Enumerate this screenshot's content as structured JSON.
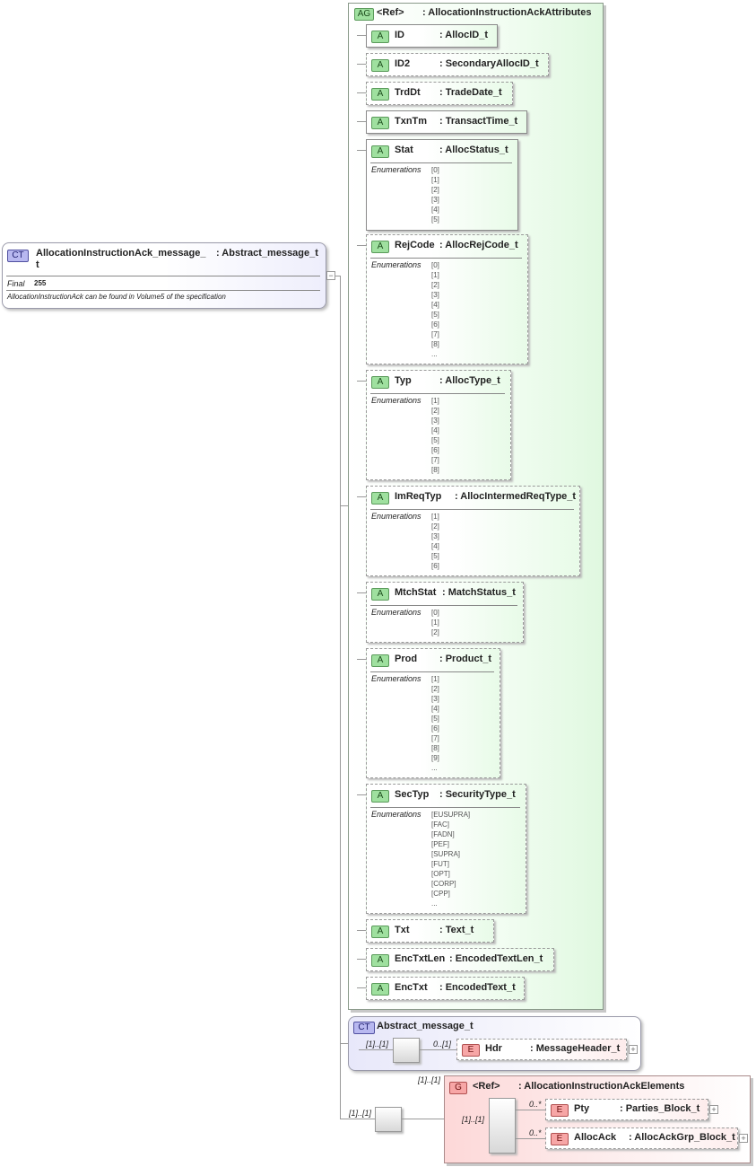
{
  "main_type": {
    "badge": "CT",
    "name_line1": "AllocationInstructionAck_message_",
    "name_line2": "t",
    "type": ": Abstract_message_t",
    "final_label": "Final",
    "final_value": "255",
    "doc": "AllocationInstructionAck can be found in Volume5 of the specification"
  },
  "attr_group": {
    "badge": "AG",
    "name": "<Ref>",
    "type": ": AllocationInstructionAckAttributes"
  },
  "attributes": [
    {
      "badge": "A",
      "name": "ID",
      "type": ": AllocID_t"
    },
    {
      "badge": "A",
      "name": "ID2",
      "type": ": SecondaryAllocID_t"
    },
    {
      "badge": "A",
      "name": "TrdDt",
      "type": ": TradeDate_t"
    },
    {
      "badge": "A",
      "name": "TxnTm",
      "type": ": TransactTime_t"
    },
    {
      "badge": "A",
      "name": "Stat",
      "type": ": AllocStatus_t",
      "enum_label": "Enumerations",
      "enums": [
        "[0]",
        "[1]",
        "[2]",
        "[3]",
        "[4]",
        "[5]"
      ]
    },
    {
      "badge": "A",
      "name": "RejCode",
      "type": ": AllocRejCode_t",
      "enum_label": "Enumerations",
      "enums": [
        "[0]",
        "[1]",
        "[2]",
        "[3]",
        "[4]",
        "[5]",
        "[6]",
        "[7]",
        "[8]",
        "..."
      ]
    },
    {
      "badge": "A",
      "name": "Typ",
      "type": ": AllocType_t",
      "enum_label": "Enumerations",
      "enums": [
        "[1]",
        "[2]",
        "[3]",
        "[4]",
        "[5]",
        "[6]",
        "[7]",
        "[8]"
      ]
    },
    {
      "badge": "A",
      "name": "ImReqTyp",
      "type": ": AllocIntermedReqType_t",
      "enum_label": "Enumerations",
      "enums": [
        "[1]",
        "[2]",
        "[3]",
        "[4]",
        "[5]",
        "[6]"
      ]
    },
    {
      "badge": "A",
      "name": "MtchStat",
      "type": ": MatchStatus_t",
      "enum_label": "Enumerations",
      "enums": [
        "[0]",
        "[1]",
        "[2]"
      ]
    },
    {
      "badge": "A",
      "name": "Prod",
      "type": ": Product_t",
      "enum_label": "Enumerations",
      "enums": [
        "[1]",
        "[2]",
        "[3]",
        "[4]",
        "[5]",
        "[6]",
        "[7]",
        "[8]",
        "[9]",
        "..."
      ]
    },
    {
      "badge": "A",
      "name": "SecTyp",
      "type": ": SecurityType_t",
      "enum_label": "Enumerations",
      "enums": [
        "[EUSUPRA]",
        "[FAC]",
        "[FADN]",
        "[PEF]",
        "[SUPRA]",
        "[FUT]",
        "[OPT]",
        "[CORP]",
        "[CPP]",
        "..."
      ]
    },
    {
      "badge": "A",
      "name": "Txt",
      "type": ": Text_t"
    },
    {
      "badge": "A",
      "name": "EncTxtLen",
      "type": ": EncodedTextLen_t"
    },
    {
      "badge": "A",
      "name": "EncTxt",
      "type": ": EncodedText_t"
    }
  ],
  "abstract_block": {
    "badge": "CT",
    "name": "Abstract_message_t",
    "seq_mult": "[1]..[1]",
    "hdr_mult": "0..[1]",
    "hdr_badge": "E",
    "hdr_name": "Hdr",
    "hdr_type": ": MessageHeader_t"
  },
  "elements_group": {
    "outer_mult": "[1]..[1]",
    "group_mult": "[1]..[1]",
    "badge": "G",
    "name": "<Ref>",
    "type": ": AllocationInstructionAckElements",
    "inner_seq_mult": "[1]..[1]",
    "items": [
      {
        "mult": "0..*",
        "badge": "E",
        "name": "Pty",
        "type": ": Parties_Block_t"
      },
      {
        "mult": "0..*",
        "badge": "E",
        "name": "AllocAck",
        "type": ": AllocAckGrp_Block_t"
      }
    ]
  }
}
